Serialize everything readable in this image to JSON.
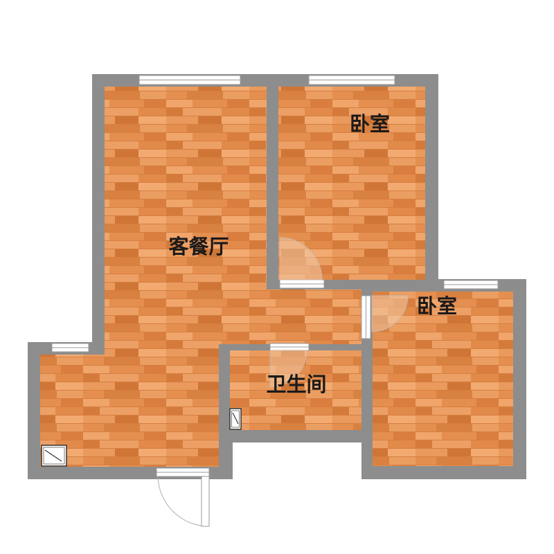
{
  "rooms": [
    {
      "id": "living-dining",
      "label": "客餐厅"
    },
    {
      "id": "bedroom-north",
      "label": "卧室"
    },
    {
      "id": "bedroom-east",
      "label": "卧室"
    },
    {
      "id": "bathroom",
      "label": "卫生间"
    },
    {
      "id": "entry-room",
      "label": ""
    }
  ],
  "colors": {
    "wall": "#8d8d8d",
    "floor_base": "#e18a4b",
    "floor_light": "#f0a56a",
    "floor_dark": "#cf7637",
    "window": "#ffffff",
    "door_swing": "#f3c9a6"
  },
  "icons": [
    "floor-drain-icon",
    "floor-drain-icon"
  ]
}
